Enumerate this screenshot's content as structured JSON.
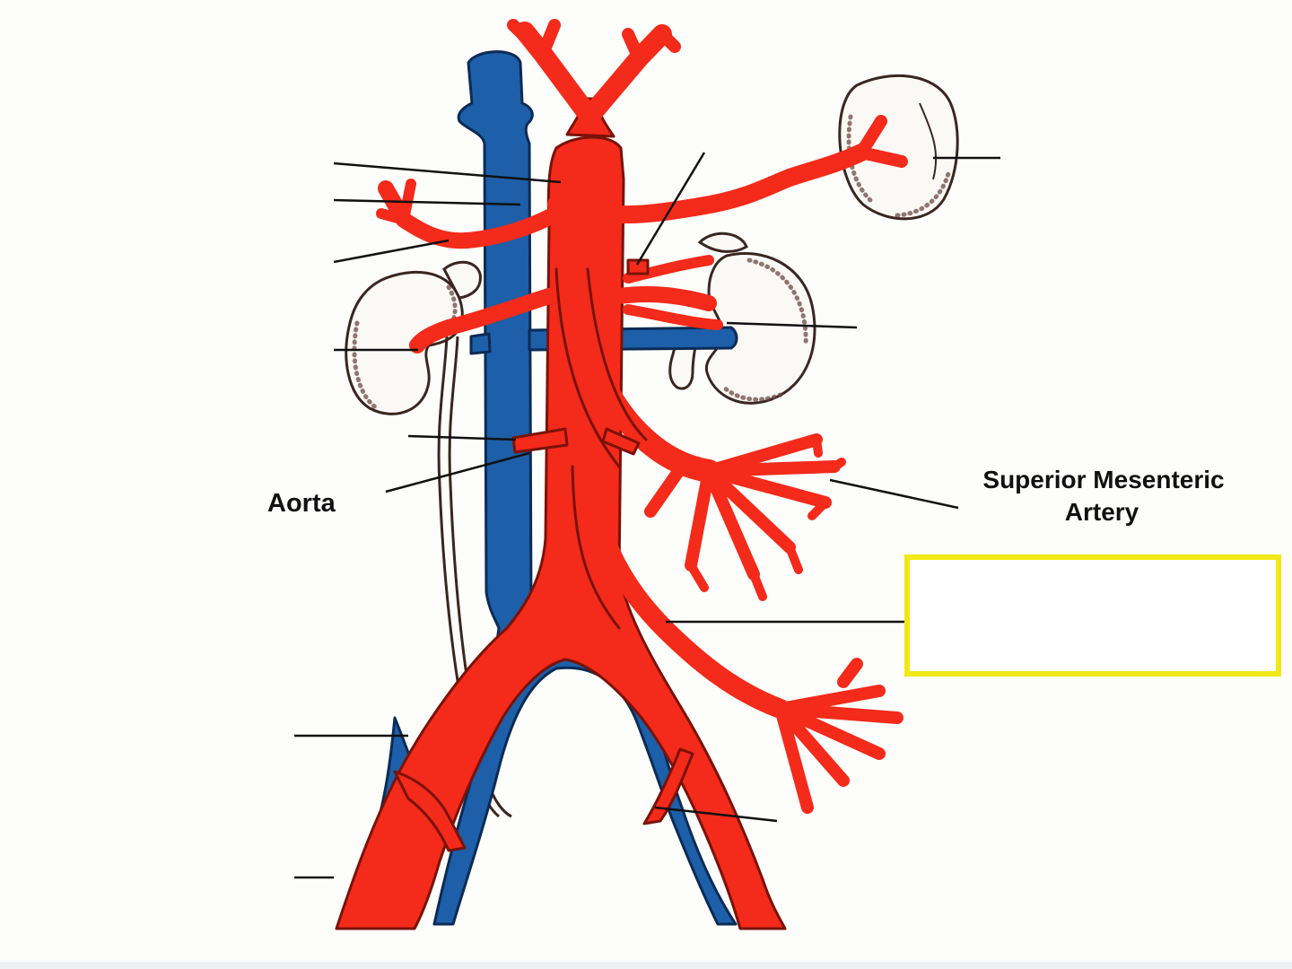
{
  "labels": {
    "aorta": "Aorta",
    "sma_line1": "Superior Mesenteric",
    "sma_line2": "Artery"
  },
  "answer_box": {
    "text": ""
  },
  "colors": {
    "artery": "#f42a1a",
    "vein": "#1d5fa8",
    "highlight_box": "#f2e816",
    "leader": "#111111"
  }
}
